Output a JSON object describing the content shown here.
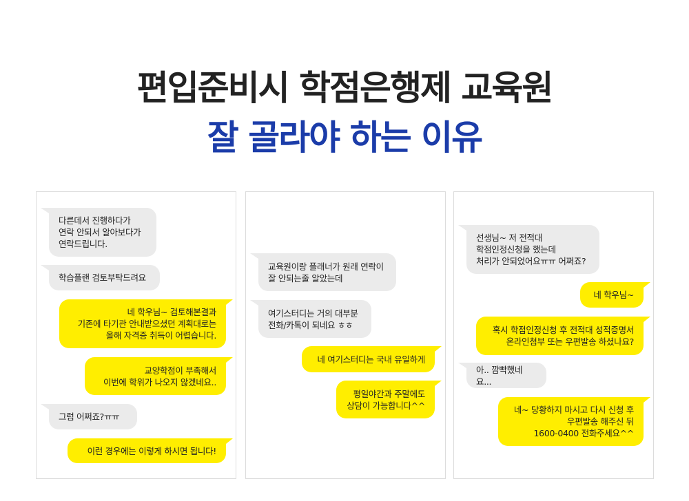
{
  "title": {
    "line1": "편입준비시 학점은행제 교육원",
    "line2": "잘 골라야 하는 이유"
  },
  "colors": {
    "accent_blue": "#1b3ca9",
    "bubble_yellow": "#ffee00",
    "bubble_gray": "#ebebeb"
  },
  "panels": [
    {
      "bubbles": [
        {
          "side": "received",
          "text": "다른데서 진행하다가\n연락 안되서 알아보다가\n연락드립니다."
        },
        {
          "side": "received",
          "text": "학습플랜 검토부탁드려요"
        },
        {
          "side": "sent",
          "text": "네 학우님~ 검토해본결과\n기존에 타기관 안내받으셨던 계획대로는\n올해 자격증 취득이 어렵습니다."
        },
        {
          "side": "sent",
          "text": "교양학점이 부족해서\n이번에 학위가 나오지 않겠네요.."
        },
        {
          "side": "received",
          "text": "그럼 어쩌죠?ㅠㅠ"
        },
        {
          "side": "sent",
          "text": "이런 경우에는 이렇게 하시면 됩니다!"
        }
      ]
    },
    {
      "bubbles": [
        {
          "side": "received",
          "text": "교육원이랑 플래너가 원래 연락이\n잘 안되는줄 알았는데"
        },
        {
          "side": "received",
          "text": "여기스터디는 거의 대부분\n전화/카톡이 되네요 ㅎㅎ"
        },
        {
          "side": "sent",
          "text": "네 여기스터디는 국내 유일하게"
        },
        {
          "side": "sent",
          "text": "평일야간과 주말에도\n상담이 가능합니다^^"
        }
      ]
    },
    {
      "bubbles": [
        {
          "side": "received",
          "text": "선생님~ 저 전적대\n학점인정신청을 했는데\n처리가 안되었어요ㅠㅠ 어쩌죠?"
        },
        {
          "side": "sent",
          "text": "네 학우님~"
        },
        {
          "side": "sent",
          "text": "혹시 학점인정신청 후 전적대 성적증명서\n온라인첨부 또는 우편발송 하셨나요?"
        },
        {
          "side": "received",
          "text": "아.. 깜빡했네요..."
        },
        {
          "side": "sent",
          "text": "네~ 당황하지 마시고 다시 신청 후\n우편발송 해주신 뒤\n1600-0400 전화주세요^^"
        }
      ]
    }
  ]
}
